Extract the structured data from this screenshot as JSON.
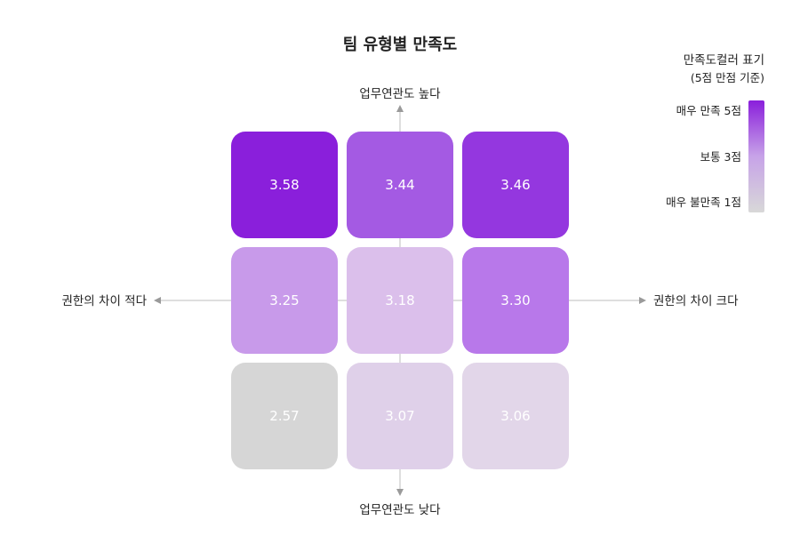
{
  "chart_data": {
    "type": "heatmap",
    "title": "팀 유형별 만족도",
    "axes": {
      "top_label": "업무연관도 높다",
      "bottom_label": "업무연관도 낮다",
      "left_label": "권한의 차이 적다",
      "right_label": "권한의 차이 크다"
    },
    "rows": [
      {
        "values": [
          3.58,
          3.44,
          3.46
        ]
      },
      {
        "values": [
          3.25,
          3.18,
          3.3
        ]
      },
      {
        "values": [
          2.57,
          3.07,
          3.06
        ]
      }
    ],
    "value_format_decimals": 2,
    "color_scale": {
      "min": 1,
      "mid": 3,
      "max": 5,
      "min_color": "#d8d8d8",
      "mid_color": "#c7a3e8",
      "max_color": "#8a1fdb"
    },
    "cell_colors": [
      [
        "#8a1fdb",
        "#a45ae3",
        "#9437df"
      ],
      [
        "#c89aea",
        "#dbbfeb",
        "#b878ea"
      ],
      [
        "#d6d6d6",
        "#dfd0e9",
        "#e2d6e9"
      ]
    ],
    "legend": {
      "title": "만족도컬러 표기",
      "subtitle": "(5점 만점 기준)",
      "labels": [
        "매우 만족 5점",
        "보통 3점",
        "매우 불만족 1점"
      ]
    }
  }
}
